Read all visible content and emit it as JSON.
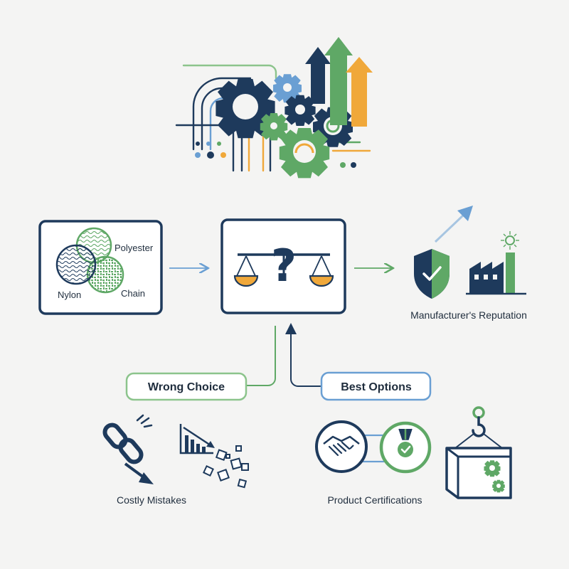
{
  "materials": {
    "polyester": "Polyester",
    "nylon": "Nylon",
    "chain": "Chain"
  },
  "decision": {
    "wrong_choice": "Wrong Choice",
    "best_options": "Best Options"
  },
  "outcomes": {
    "manufacturer_reputation": "Manufacturer's Reputation",
    "costly_mistakes": "Costly Mistakes",
    "product_certifications": "Product Certifications"
  },
  "colors": {
    "navy": "#1e3a5c",
    "green": "#5fa866",
    "blue": "#6a9fd3",
    "orange": "#f0a83a",
    "light_green": "#8cc48c"
  }
}
